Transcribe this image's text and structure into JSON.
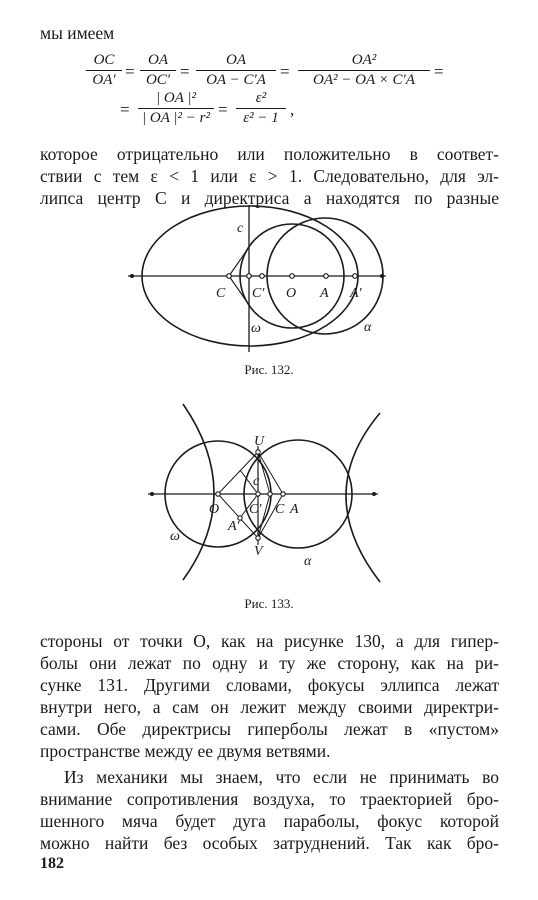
{
  "intro": "мы имеем",
  "equation": {
    "f1": {
      "num": "OC",
      "den": "OA′"
    },
    "f2": {
      "num": "OA",
      "den": "OC′"
    },
    "f3": {
      "num": "OA",
      "den": "OA − C′A"
    },
    "f4": {
      "num": "OA²",
      "den": "OA² − OA × C′A"
    },
    "f5": {
      "num": "| OA |²",
      "den": "| OA |² − r²"
    },
    "f6": {
      "num": "ε²",
      "den": "ε² − 1"
    },
    "eq": "=",
    "end": ","
  },
  "para1": [
    "которое отрицательно или положительно в соответ-",
    "ствии с тем ε < 1 или ε > 1. Следовательно, для эл-",
    "липса центр C и директриса a находятся по разные"
  ],
  "fig132": {
    "caption": "Рис. 132.",
    "labels": {
      "c": "c",
      "C": "C",
      "Cp": "C′",
      "O": "O",
      "A": "A",
      "Ap": "A′",
      "omega": "ω",
      "alpha": "α"
    }
  },
  "fig133": {
    "caption": "Рис. 133.",
    "labels": {
      "U": "U",
      "V": "V",
      "c": "c",
      "O": "O",
      "Cp": "C′",
      "C": "C",
      "A": "A",
      "Ap": "A′",
      "omega": "ω",
      "alpha": "α"
    }
  },
  "para2": [
    "стороны от точки O, как на рисунке 130, а для гипер-",
    "болы они лежат по одну и ту же сторону, как на ри-",
    "сунке 131. Другими словами, фокусы эллипса лежат",
    "внутри него, а сам он лежит между своими директри-",
    "сами. Обе директрисы гиперболы лежат в «пустом»",
    "пространстве между ее двумя ветвями."
  ],
  "para3": [
    "Из механики мы знаем, что если не принимать во",
    "внимание сопротивления воздуха, то траекторией бро-",
    "шенного мяча будет дуга параболы, фокус которой",
    "можно найти без особых затруднений. Так как бро-"
  ],
  "page_number": "182"
}
